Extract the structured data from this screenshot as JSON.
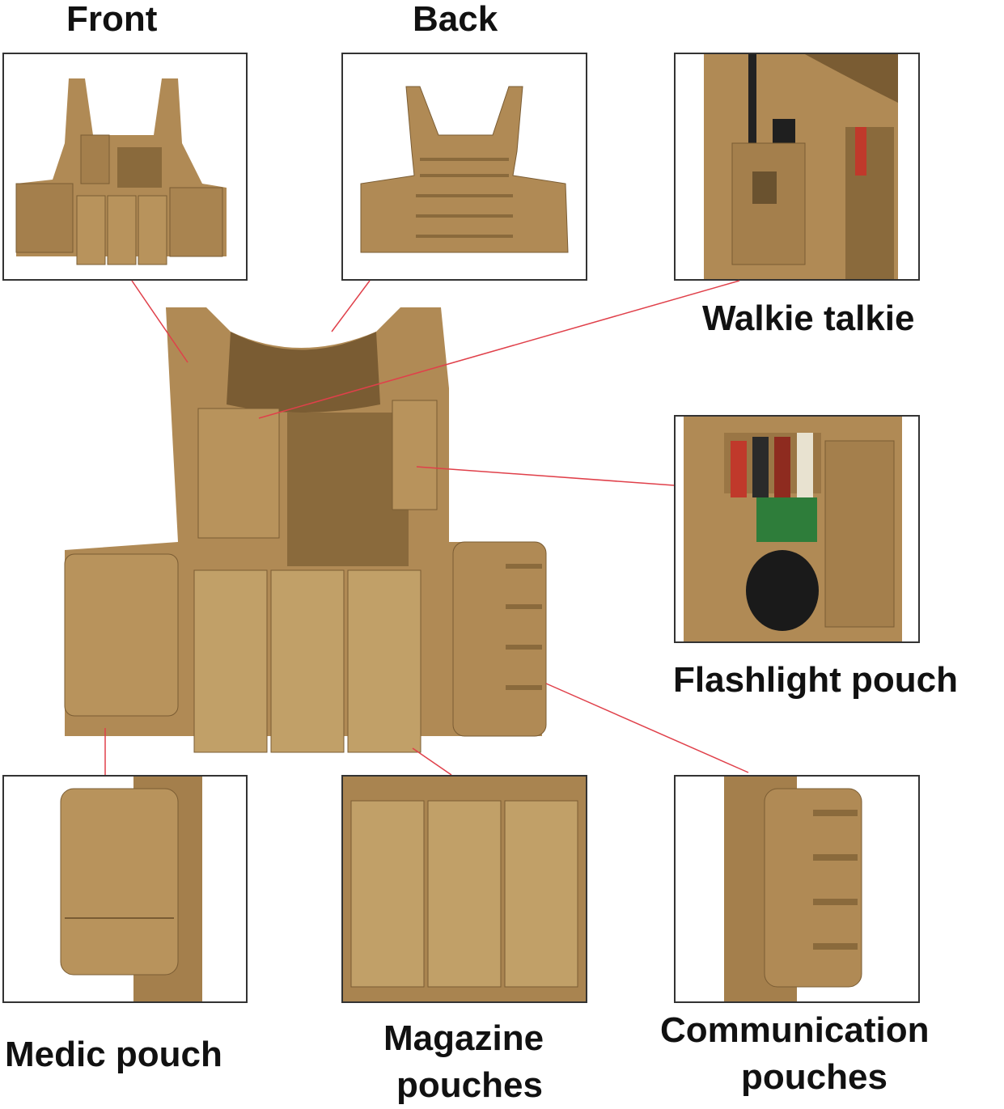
{
  "labels": {
    "front": "Front",
    "back": "Back",
    "walkie_talkie": "Walkie talkie",
    "flashlight_pouch": "Flashlight pouch",
    "medic_pouch": "Medic pouch",
    "magazine_pouches_line1": "Magazine",
    "magazine_pouches_line2": "pouches",
    "communication_pouches_line1": "Communication",
    "communication_pouches_line2": "pouches"
  },
  "colors": {
    "vest_tan": "#b08a55",
    "vest_dark": "#8a6a3c",
    "vest_light": "#c7a46d",
    "leader_line": "#e0404a",
    "frame_border": "#333333"
  }
}
